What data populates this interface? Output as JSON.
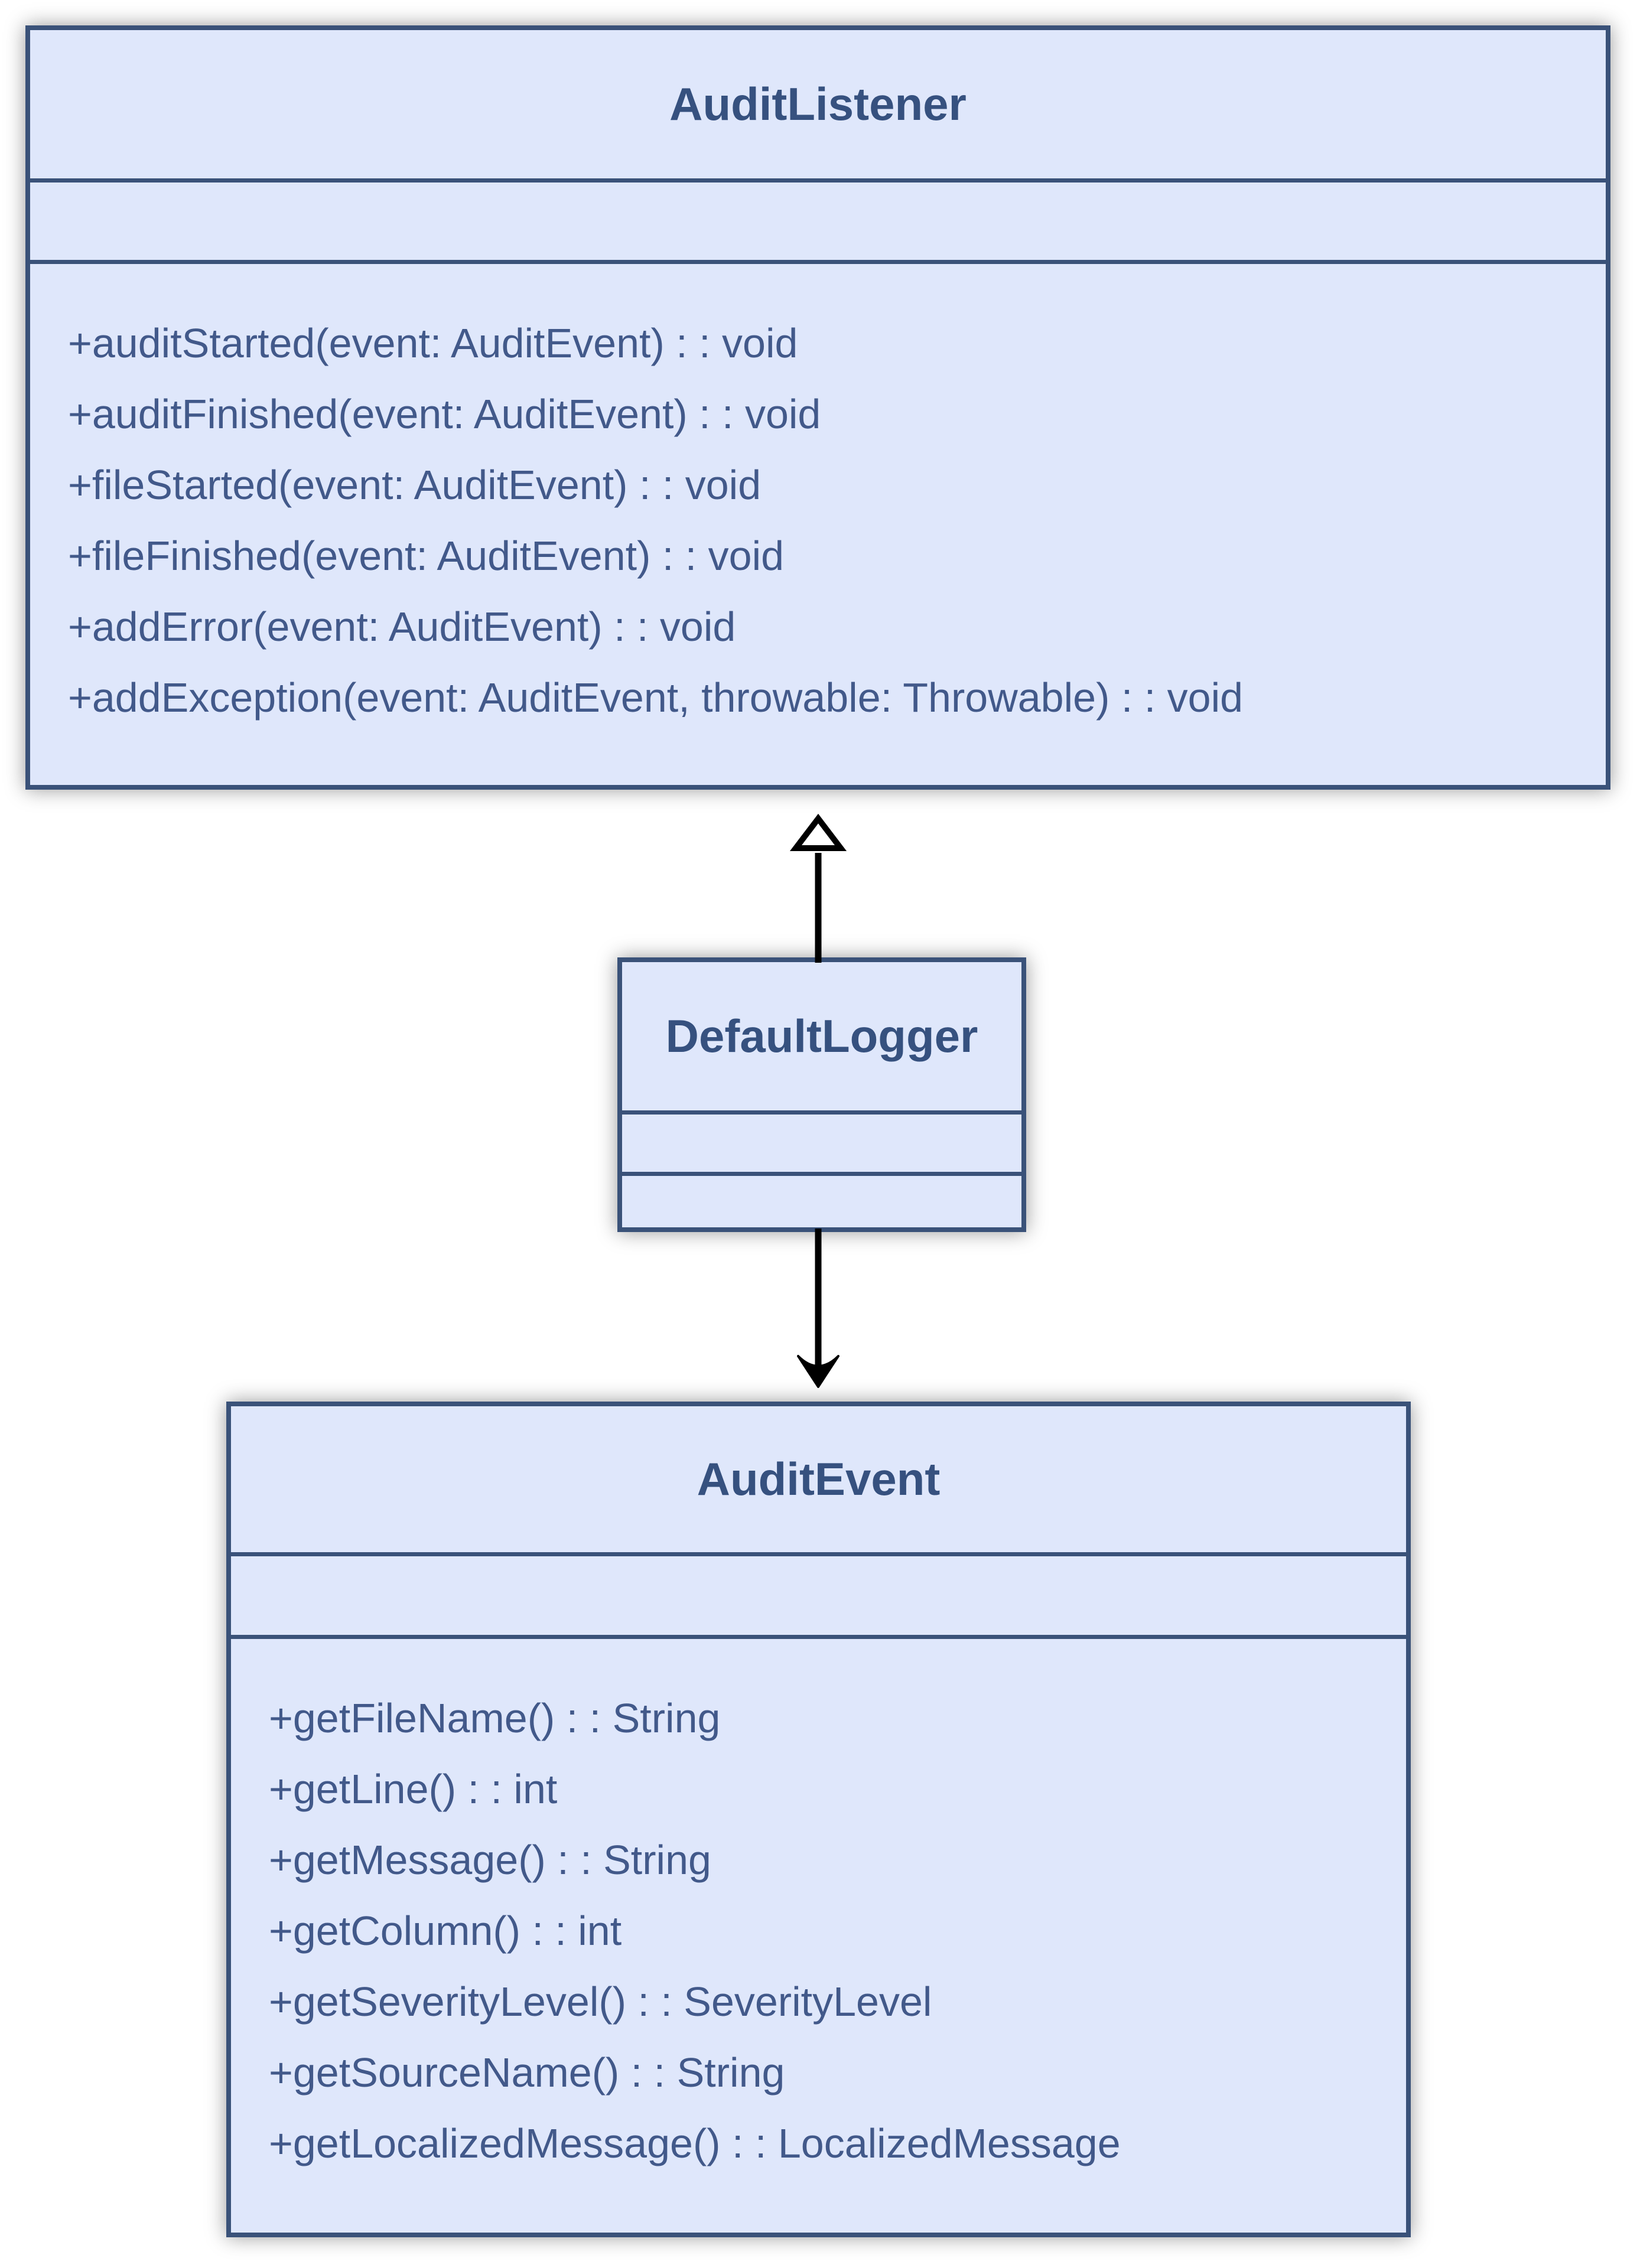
{
  "diagram": {
    "kind": "uml-class-diagram",
    "colors": {
      "box_fill": "#dfe7fb",
      "box_border": "#3a5279",
      "title_text": "#36517f",
      "method_text": "#42598a",
      "arrow": "#000000",
      "background": "#ffffff"
    },
    "classes": [
      {
        "name": "AuditListener",
        "attributes": [],
        "methods": [
          "+auditStarted(event: AuditEvent) : : void",
          "+auditFinished(event: AuditEvent) : : void",
          "+fileStarted(event: AuditEvent) : : void",
          "+fileFinished(event: AuditEvent) : : void",
          "+addError(event: AuditEvent) : : void",
          "+addException(event: AuditEvent, throwable: Throwable) : : void"
        ]
      },
      {
        "name": "DefaultLogger",
        "attributes": [],
        "methods": []
      },
      {
        "name": "AuditEvent",
        "attributes": [],
        "methods": [
          "+getFileName() : : String",
          "+getLine() : : int",
          "+getMessage() : : String",
          "+getColumn() : : int",
          "+getSeverityLevel() : : SeverityLevel",
          "+getSourceName() : : String",
          "+getLocalizedMessage() : : LocalizedMessage"
        ]
      }
    ],
    "relationships": [
      {
        "from": "DefaultLogger",
        "to": "AuditListener",
        "type": "realization",
        "arrowhead": "hollow-triangle"
      },
      {
        "from": "DefaultLogger",
        "to": "AuditEvent",
        "type": "dependency",
        "arrowhead": "filled-stealth"
      }
    ]
  }
}
